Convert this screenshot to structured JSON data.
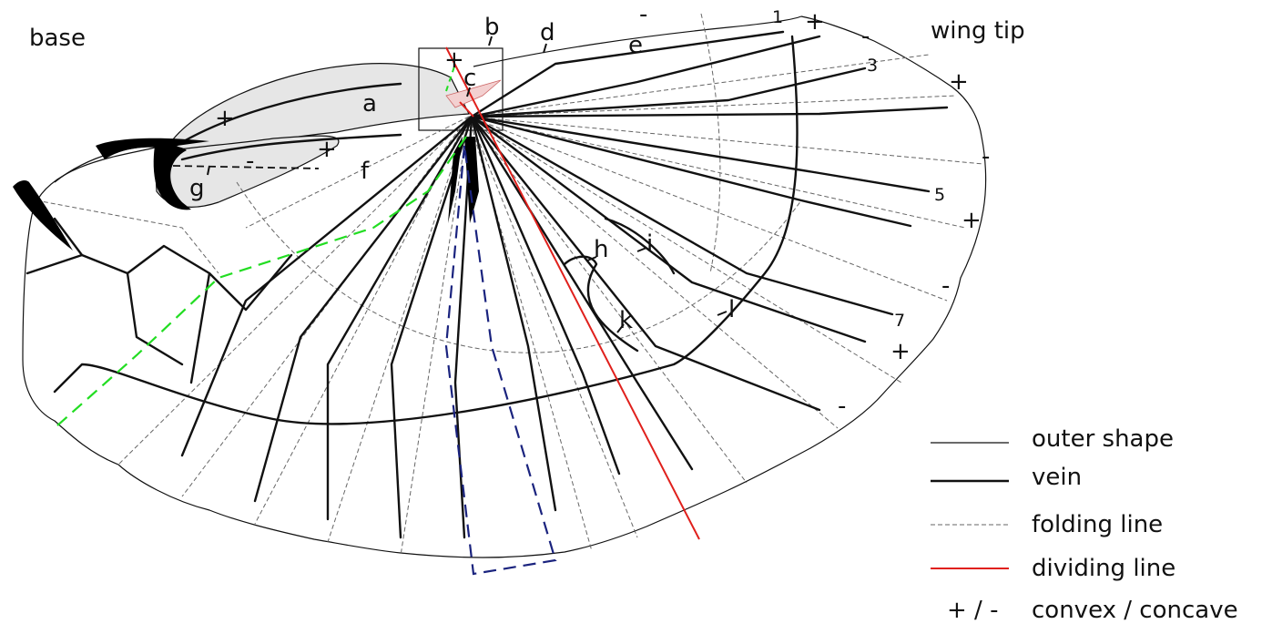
{
  "labels": {
    "base": "base",
    "wing_tip": "wing tip"
  },
  "regions": {
    "a": "a",
    "b": "b",
    "c": "c",
    "d": "d",
    "e": "e",
    "f": "f",
    "g": "g",
    "h": "h",
    "i": "i",
    "k": "k",
    "l": "l"
  },
  "vein_numbers": {
    "n1": "1",
    "n3": "3",
    "n5": "5",
    "n7": "7"
  },
  "signs": {
    "plus": "+",
    "minus": "-"
  },
  "legend": {
    "outer_shape": "outer shape",
    "vein": "vein",
    "folding_line": "folding line",
    "dividing_line": "dividing line",
    "convex_symbol": "+ / -",
    "convex_concave": "convex / concave"
  },
  "colors": {
    "outer": "#111111",
    "vein": "#111111",
    "fold": "#666666",
    "dividing": "#e0201c",
    "green_fold": "#22dd22",
    "blue_fold": "#1a237e",
    "shaded": "#e6e6e6",
    "pink": "#f3d0d0"
  }
}
